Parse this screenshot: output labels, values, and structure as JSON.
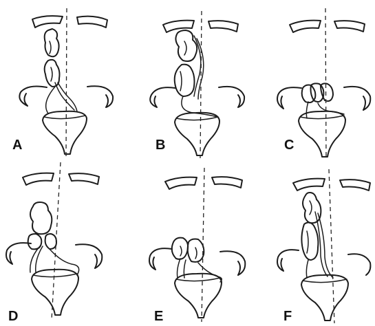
{
  "colors": {
    "ink": "#1c1c1c",
    "background": "#ffffff"
  },
  "panels": [
    {
      "label": "A"
    },
    {
      "label": "B"
    },
    {
      "label": "C"
    },
    {
      "label": "D"
    },
    {
      "label": "E"
    },
    {
      "label": "F"
    }
  ]
}
